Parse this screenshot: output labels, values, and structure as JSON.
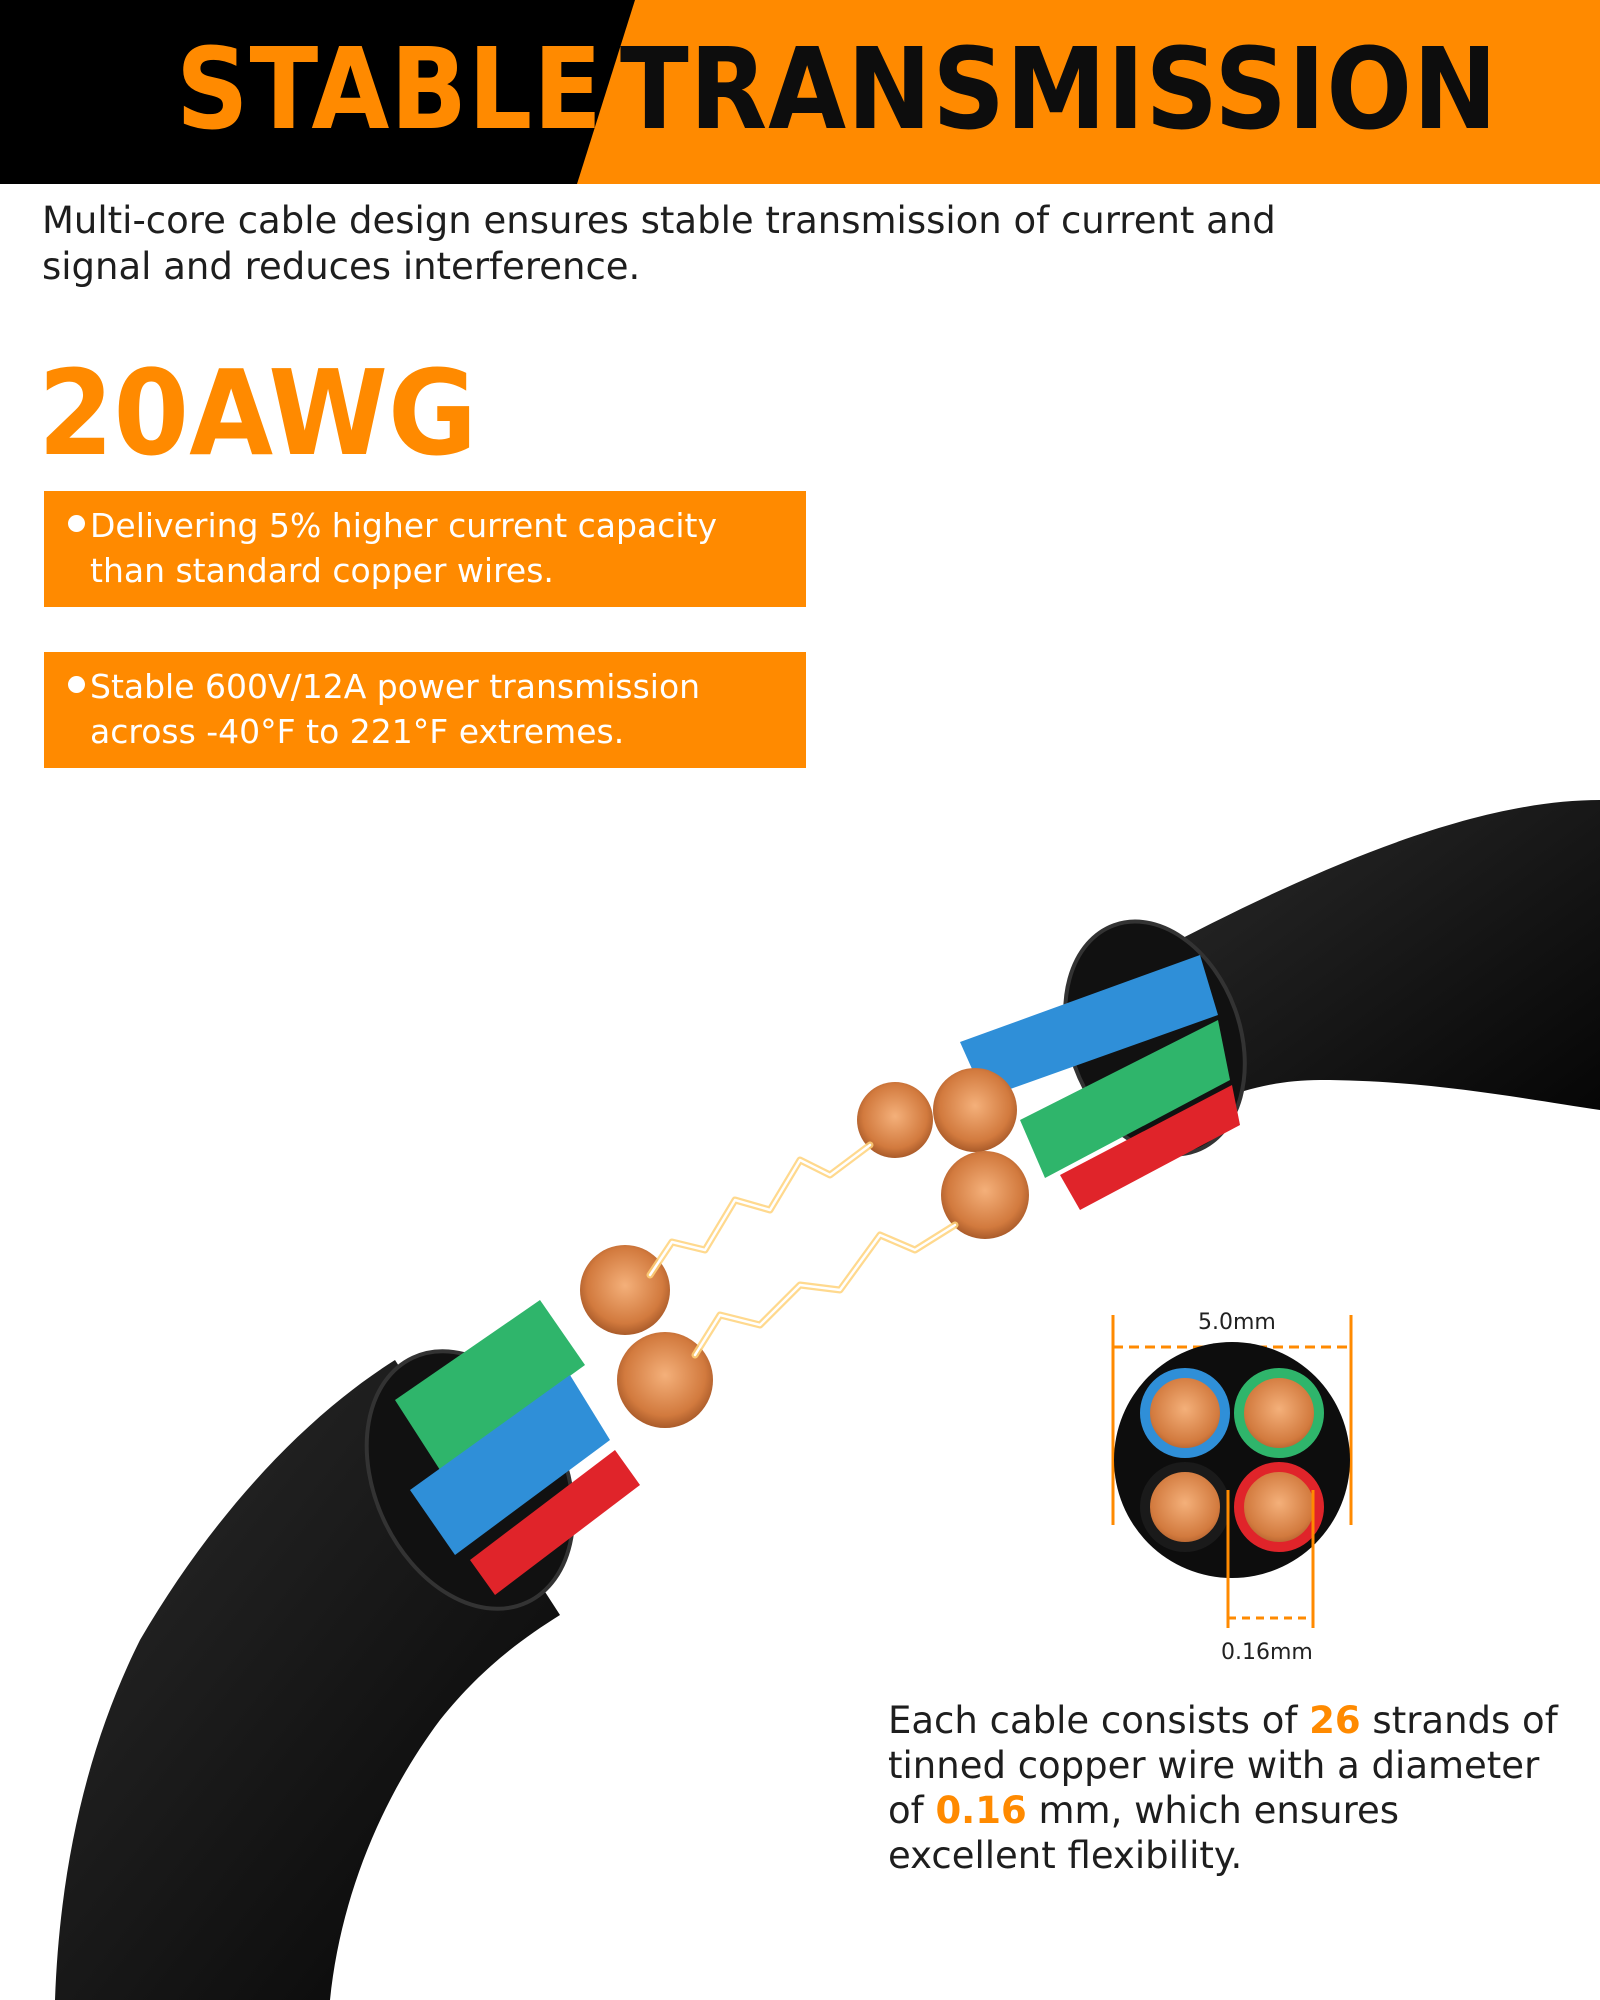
{
  "banner": {
    "title_left": "STABLE",
    "title_right": "TRANSMISSION",
    "colors": {
      "dark": "#000000",
      "accent": "#ff8a00"
    }
  },
  "intro": {
    "text": "Multi-core cable design ensures stable transmission of current and signal and reduces interference."
  },
  "gauge": {
    "label": "20AWG"
  },
  "bullets": [
    {
      "text": "Delivering 5% higher current capacity than standard copper wires."
    },
    {
      "text": "Stable 600V/12A power transmission across -40°F to 221°F extremes."
    }
  ],
  "cross_section": {
    "outer_diameter_label": "5.0mm",
    "strand_diameter_label": "0.16mm",
    "core_colors": [
      "#2f8fd8",
      "#2fb56b",
      "#1a1a1a",
      "#e0242a"
    ]
  },
  "caption": {
    "part1": "Each cable consists of ",
    "strands": "26",
    "part2": " strands of tinned copper wire with a diameter of ",
    "diameter": "0.16",
    "part3": " mm, which ensures excellent flexibility."
  },
  "icons": {
    "bullet": "bullet-dot-icon",
    "lightning": "lightning-icon"
  }
}
